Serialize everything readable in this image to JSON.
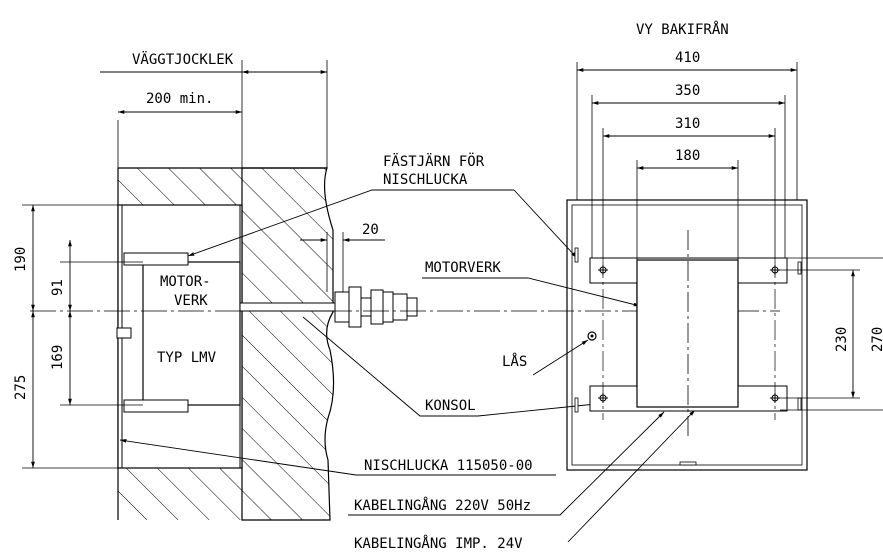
{
  "labels": {
    "view_back": "VY BAKIFRÅN",
    "wall_thickness": "VÄGGTJOCKLEK",
    "min_200": "200 min.",
    "bracket_hatch": "FÄSTJÄRN FÖR",
    "bracket_hatch_2": "NISCHLUCKA",
    "motor_1": "MOTOR-",
    "motor_2": "VERK",
    "type": "TYP LMV",
    "motorverk": "MOTORVERK",
    "lock": "LÅS",
    "console": "KONSOL",
    "hatch": "NISCHLUCKA 115050-00",
    "cable_220": "KABELINGÅNG 220V 50Hz",
    "cable_24": "KABELINGÅNG IMP. 24V"
  },
  "dimensions": {
    "d410": "410",
    "d350": "350",
    "d310": "310",
    "d180": "180",
    "d20": "20",
    "d190": "190",
    "d91": "91",
    "d169": "169",
    "d275": "275",
    "d230": "230",
    "d270": "270"
  }
}
